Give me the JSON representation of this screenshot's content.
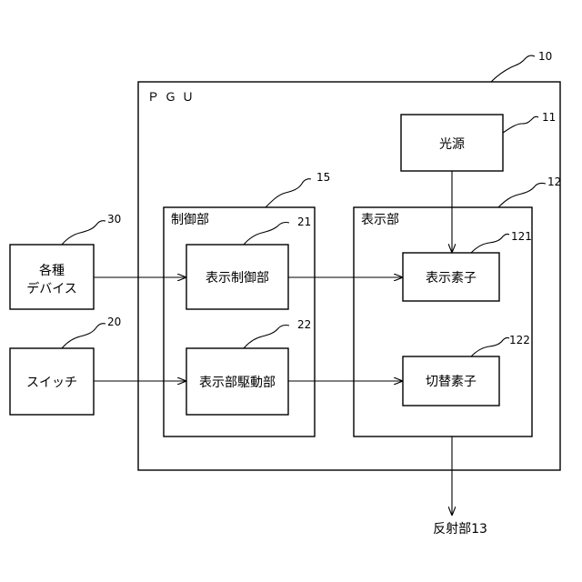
{
  "pgu": {
    "label": "ＰＧＵ",
    "ref": "10"
  },
  "light_source": {
    "label": "光源",
    "ref": "11"
  },
  "display_unit": {
    "label": "表示部",
    "ref": "12"
  },
  "control_unit": {
    "label": "制御部",
    "ref": "15"
  },
  "display_control": {
    "label": "表示制御部",
    "ref": "21"
  },
  "display_drive": {
    "label": "表示部駆動部",
    "ref": "22"
  },
  "display_element": {
    "label": "表示素子",
    "ref": "121"
  },
  "switch_element": {
    "label": "切替素子",
    "ref": "122"
  },
  "devices": {
    "label_line1": "各種",
    "label_line2": "デバイス",
    "ref": "30"
  },
  "switch": {
    "label": "スイッチ",
    "ref": "20"
  },
  "reflector": {
    "label": "反射部13"
  }
}
